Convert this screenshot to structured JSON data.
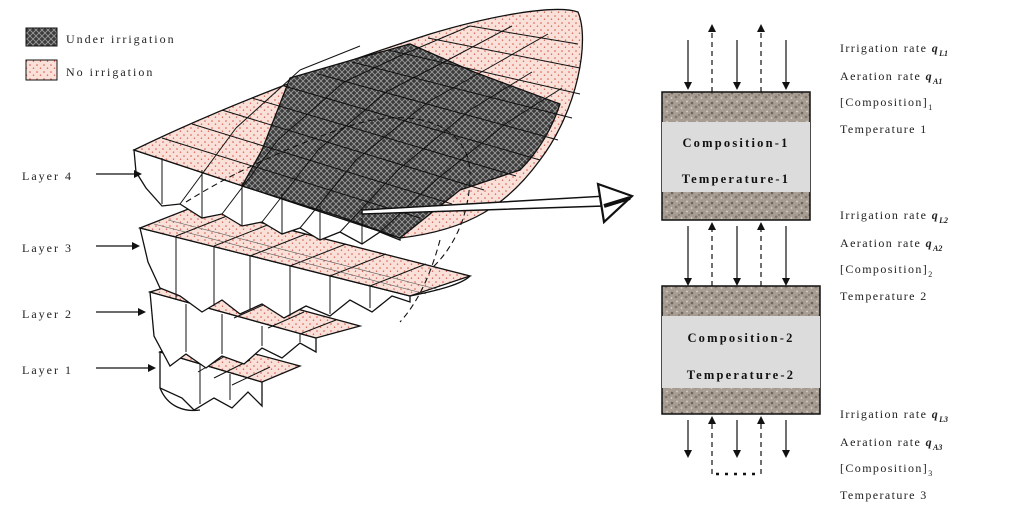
{
  "legend": {
    "irrigated_label": "Under irrigation",
    "non_irrigated_label": "No irrigation"
  },
  "layers": {
    "layer4": "Layer 4",
    "layer3": "Layer 3",
    "layer2": "Layer 2",
    "layer1": "Layer 1"
  },
  "boxes": {
    "box1_composition": "Composition-1",
    "box1_temperature": "Temperature-1",
    "box2_composition": "Composition-2",
    "box2_temperature": "Temperature-2"
  },
  "annotations": {
    "irrigation_rate": "Irrigation rate",
    "aeration_rate": "Aeration rate",
    "composition": "[Composition]",
    "temperature": "Temperature",
    "q": "q",
    "L1": "L1",
    "A1": "A1",
    "L2": "L2",
    "A2": "A2",
    "L3": "L3",
    "A3": "A3",
    "sub1": "1",
    "sub2": "2",
    "sub3": "3",
    "t1": "1",
    "t2": "2",
    "t3": "3"
  },
  "colors": {
    "irrigated_fill": "#4a4a4a",
    "non_irrigated_fill": "#f8ddd6",
    "soil": "#9a8f84",
    "line": "#111111"
  }
}
